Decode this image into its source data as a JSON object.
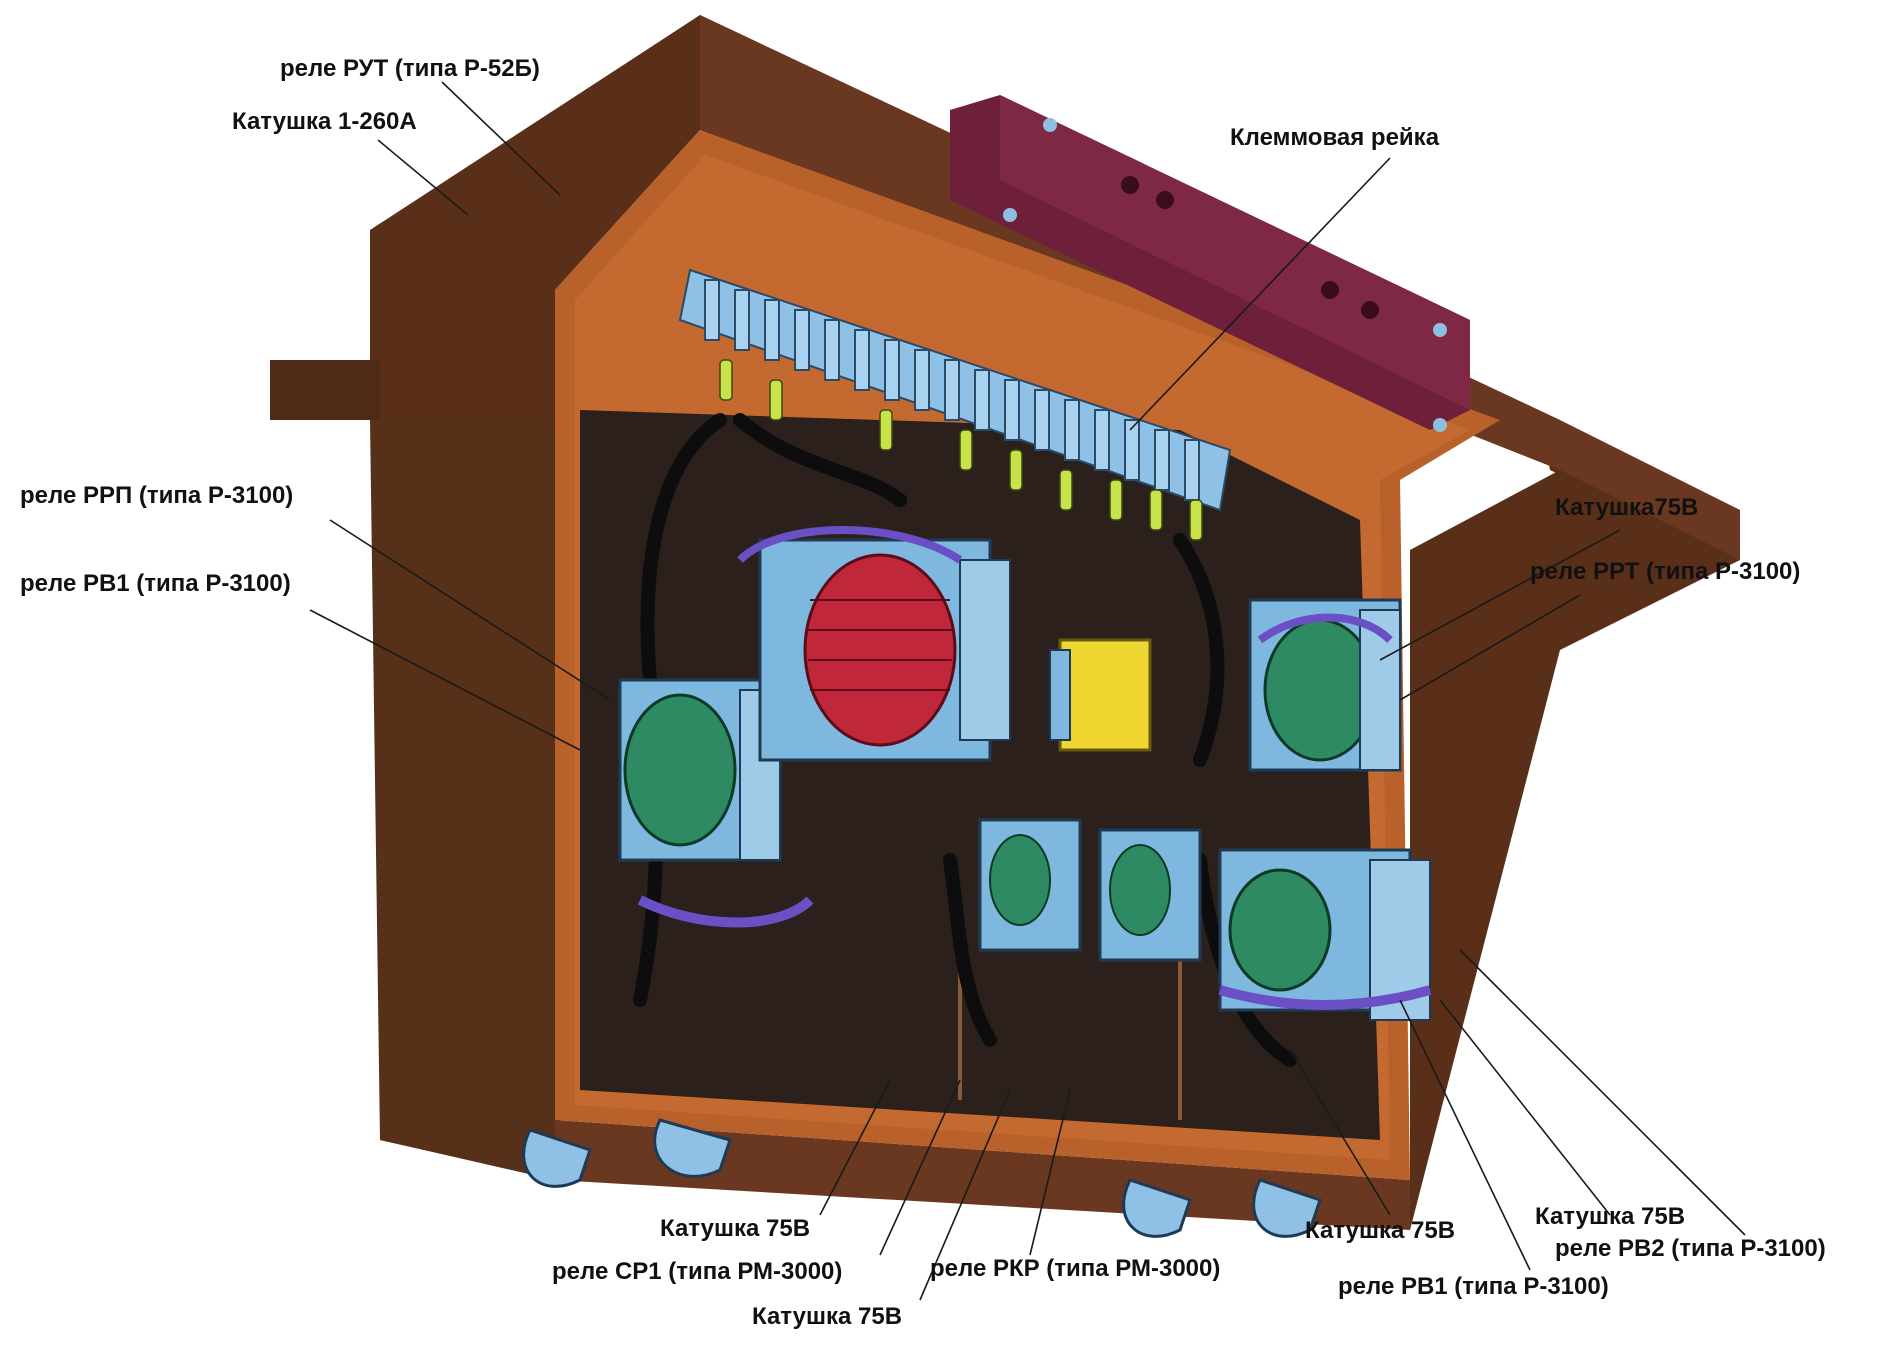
{
  "labels": {
    "rut": "реле РУТ (типа Р-52Б)",
    "coil_260": "Катушка 1-260А",
    "terminal_strip": "Клеммовая рейка",
    "rrp": "реле РРП (типа Р-3100)",
    "rv1_left": "реле РВ1 (типа Р-3100)",
    "coil_75_right_top": "Катушка75В",
    "rrt": "реле РРТ (типа Р-3100)",
    "coil_75_bottom_1": "Катушка 75В",
    "sr1": "реле СР1 (типа РМ-3000)",
    "coil_75_bottom_2": "Катушка 75В",
    "rkr": "реле РКР (типа РМ-3000)",
    "coil_75_bottom_3": "Катушка 75В",
    "rv1_right": "реле РВ1 (типа Р-3100)",
    "coil_75_bottom_4": "Катушка 75В",
    "rv2": "реле РВ2 (типа Р-3100)"
  },
  "colors": {
    "cabinet_outer": "#5a2f1a",
    "cabinet_inner": "#b8612b",
    "back_panel": "#2b201b",
    "terminal_block": "#6e1f3a",
    "relay_blue": "#7fb8df",
    "coil_red": "#c1273a",
    "coil_green": "#2d8a62",
    "wire_lime": "#c8e34a",
    "wire_purple": "#6b4fc4",
    "relay_yellow": "#f0d630"
  }
}
